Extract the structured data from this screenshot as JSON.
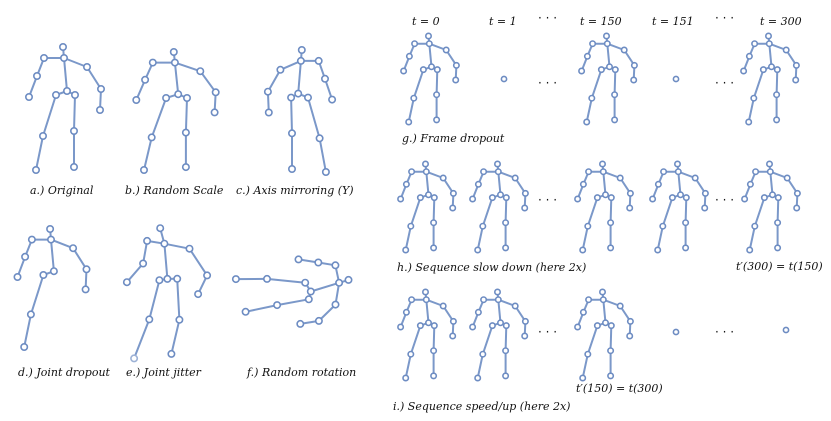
{
  "figure": {
    "captions": {
      "a": "a.) Original",
      "b": "b.) Random Scale",
      "c": "c.) Axis mirroring (Y)",
      "d": "d.) Joint dropout",
      "e": "e.) Joint jitter",
      "f": "f.) Random rotation",
      "g": "g.) Frame dropout",
      "h": "h.) Sequence slow down  (here 2x)",
      "i": "i.) Sequence speed/up (here 2x)"
    },
    "time_labels": [
      "t = 0",
      "t = 1",
      "t = 150",
      "t = 151",
      "t = 300"
    ],
    "ellipsis": "· · ·",
    "equations": {
      "h": "t′(300) = t(150)",
      "i": "t′(150) = t(300)"
    }
  },
  "colors": {
    "bone": "#7b98c9",
    "joint_stroke": "#6d8cc2",
    "joint_fill": "#ffffff",
    "text": "#111111"
  }
}
